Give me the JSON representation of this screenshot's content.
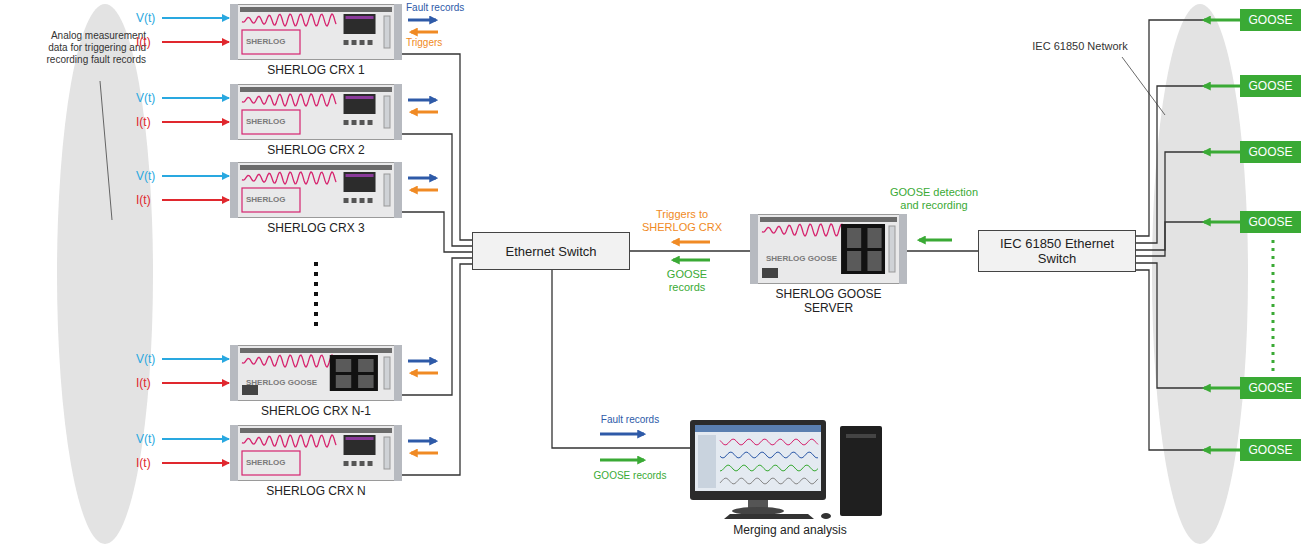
{
  "diagram": {
    "nodes": [
      {
        "text": [
          "SHERLOG CRX 1"
        ]
      },
      {
        "text": [
          "SHERLOG CRX 2"
        ]
      },
      {
        "text": [
          "SHERLOG CRX 3"
        ]
      },
      {
        "text": [
          "SHERLOG CRX N-1"
        ]
      },
      {
        "text": [
          "SHERLOG CRX N"
        ]
      },
      {
        "text": [
          "Ethernet Switch"
        ]
      },
      {
        "text": [
          "SHERLOG GOOSE SERVER"
        ]
      },
      {
        "text": [
          "IEC 61850 Ethernet Switch"
        ]
      },
      {
        "text": [
          "Merging and analysis"
        ]
      },
      {
        "text": [
          "GOOSE"
        ]
      },
      {
        "text": [
          "GOOSE"
        ]
      },
      {
        "text": [
          "GOOSE"
        ]
      },
      {
        "text": [
          "GOOSE"
        ]
      },
      {
        "text": [
          "GOOSE"
        ]
      },
      {
        "text": [
          "GOOSE"
        ]
      }
    ],
    "edges": [
      {
        "from": 0,
        "to": 5,
        "arrow": "none"
      },
      {
        "from": 1,
        "to": 5,
        "arrow": "none"
      },
      {
        "from": 2,
        "to": 5,
        "arrow": "none"
      },
      {
        "from": 3,
        "to": 5,
        "arrow": "none"
      },
      {
        "from": 4,
        "to": 5,
        "arrow": "none"
      },
      {
        "from": 5,
        "to": 6,
        "arrow": "none"
      },
      {
        "from": 6,
        "to": 7,
        "arrow": "none"
      },
      {
        "from": 5,
        "to": 8,
        "arrow": "none"
      },
      {
        "from": 7,
        "to": 9,
        "arrow": "none"
      },
      {
        "from": 7,
        "to": 10,
        "arrow": "none"
      },
      {
        "from": 7,
        "to": 11,
        "arrow": "none"
      },
      {
        "from": 7,
        "to": 12,
        "arrow": "none"
      },
      {
        "from": 7,
        "to": 13,
        "arrow": "none"
      },
      {
        "from": 7,
        "to": 14,
        "arrow": "none"
      }
    ],
    "labels": [
      "Analog measurement data for triggering and recording fault records",
      "IEC 61850 Network",
      "V(t)",
      "I(t)",
      "V(t)",
      "I(t)",
      "V(t)",
      "I(t)",
      "V(t)",
      "I(t)",
      "V(t)",
      "I(t)",
      "Fault records",
      "Triggers",
      "Triggers to SHERLOG CRX",
      "GOOSE records",
      "GOOSE detection and recording",
      "Fault records",
      "GOOSE records",
      "SHERLOG",
      "SHERLOG",
      "SHERLOG",
      "SHERLOG GOOSE",
      "SHERLOG",
      "SHERLOG GOOSE"
    ]
  }
}
